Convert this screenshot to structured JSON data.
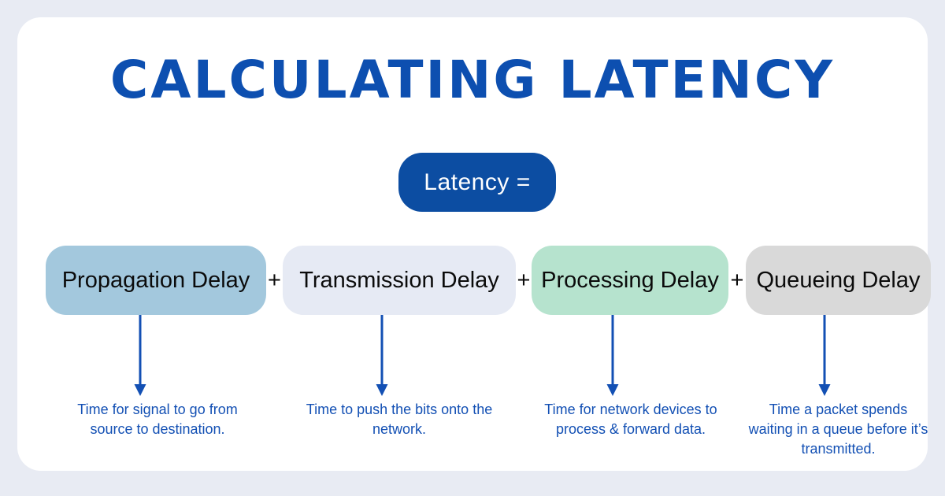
{
  "page": {
    "background_color": "#e8ebf3",
    "card_color": "#ffffff",
    "title": "CALCULATING LATENCY",
    "title_color": "#0d4fb0"
  },
  "formula": {
    "badge_label": "Latency =",
    "badge_color": "#0c4da2",
    "badge_text_color": "#ffffff",
    "plus_signs": [
      "+",
      "+",
      "+"
    ],
    "terms": [
      {
        "label": "Propagation Delay",
        "color": "#a3c8dd",
        "text_color": "#0b0b0b",
        "caption": "Time for signal to go from source to destination."
      },
      {
        "label": "Transmission Delay",
        "color": "#e6eaf4",
        "text_color": "#0b0b0b",
        "caption": "Time to push the bits onto the network."
      },
      {
        "label": "Processing Delay",
        "color": "#b6e3ce",
        "text_color": "#0b0b0b",
        "caption": "Time for network devices to process & forward data."
      },
      {
        "label": "Queueing Delay",
        "color": "#d9d9d9",
        "text_color": "#0b0b0b",
        "caption": "Time a packet spends waiting in a queue before it’s transmitted."
      }
    ],
    "arrow_color": "#1350b4",
    "caption_color": "#1350b4"
  }
}
